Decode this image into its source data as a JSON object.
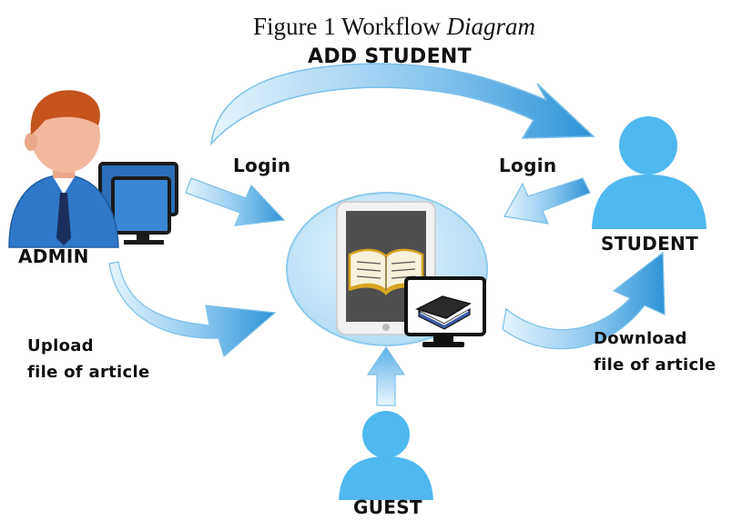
{
  "caption": {
    "prefix": "Figure 1 Workflow",
    "italic": "Diagram"
  },
  "labels": {
    "add_student": "ADD STUDENT",
    "login_left": "Login",
    "login_right": "Login",
    "admin": "ADMIN",
    "student": "STUDENT",
    "guest": "GUEST",
    "upload": "Upload\nfile of article",
    "download": "Download\nfile of article"
  },
  "icons": {
    "admin": "admin-with-computer-icon",
    "student": "student-person-icon",
    "guest": "guest-person-icon",
    "center": "tablet-book-library-icon"
  },
  "colors": {
    "arrow_light": "#d8eefb",
    "arrow_dark": "#2f93d6",
    "person_blue": "#4fb8ee",
    "ellipse_fill": "#cfe9f8",
    "admin_shirt": "#2f78c8",
    "admin_hair": "#c4531c",
    "admin_skin": "#f3b79c"
  }
}
